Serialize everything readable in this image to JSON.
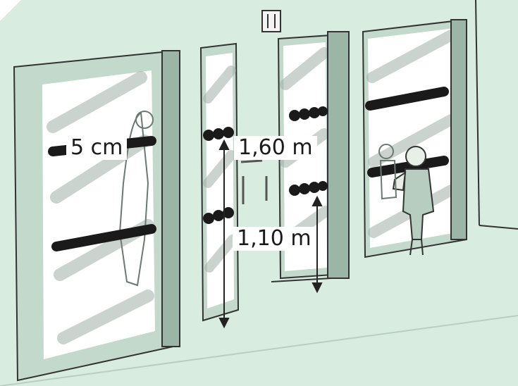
{
  "labels": {
    "marker_width": "5 cm",
    "upper_height": "1,60 m",
    "lower_height": "1,10 m"
  },
  "colors": {
    "wall": "#d8ece0",
    "glass": "#ffffff",
    "frame": "#9bb5a6",
    "marker": "#1a1a1a",
    "ink": "#2a2a2a"
  }
}
